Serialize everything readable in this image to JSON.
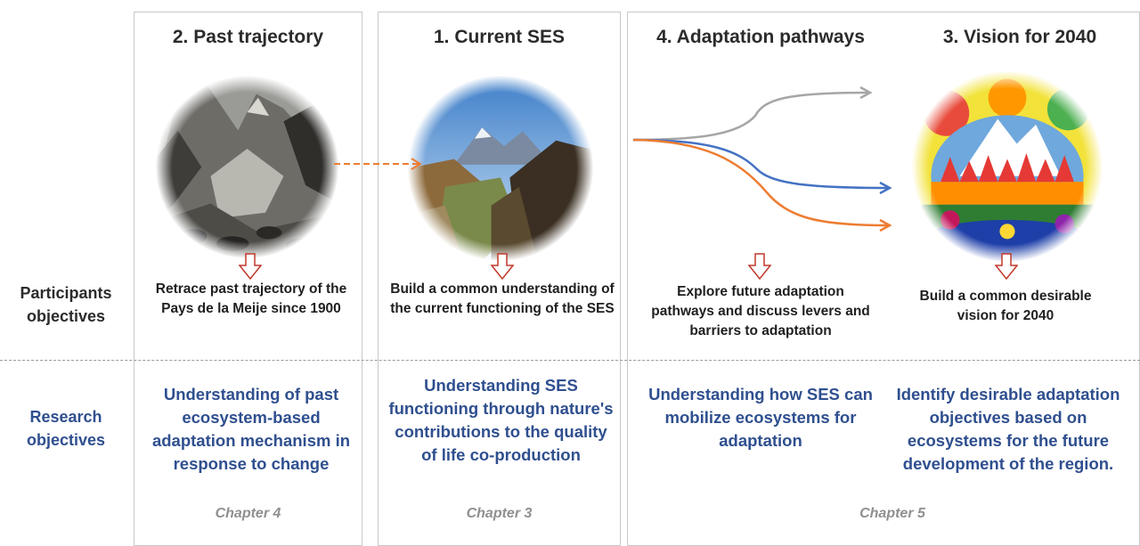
{
  "row_labels": {
    "participants": "Participants objectives",
    "research": "Research objectives"
  },
  "stages": [
    {
      "title": "2. Past trajectory",
      "participants_objective": "Retrace past trajectory of the Pays de la Meije since 1900",
      "research_objective": "Understanding of past ecosystem-based adaptation mechanism in response to change",
      "chapter": "Chapter 4"
    },
    {
      "title": "1. Current SES",
      "participants_objective": "Build a common understanding of the current functioning of the SES",
      "research_objective": "Understanding SES functioning through nature's contributions to the quality of life co-production",
      "chapter": "Chapter 3"
    },
    {
      "title": "4. Adaptation pathways",
      "participants_objective": "Explore future adaptation pathways and discuss levers and barriers to adaptation",
      "research_objective": "Understanding how SES can mobilize ecosystems for adaptation"
    },
    {
      "title": "3. Vision for 2040",
      "participants_objective": "Build a common desirable vision for 2040",
      "research_objective": "Identify desirable adaptation objectives based on ecosystems for the future development of the region."
    }
  ],
  "shared_chapter": "Chapter 5",
  "colors": {
    "research_text": "#2f4f8f",
    "chapter_text": "#8f8f8f",
    "arrow_outline": "#c0392b",
    "pathway_gray": "#a6a6a6",
    "pathway_blue": "#4472c4",
    "pathway_orange": "#ed7d31"
  }
}
